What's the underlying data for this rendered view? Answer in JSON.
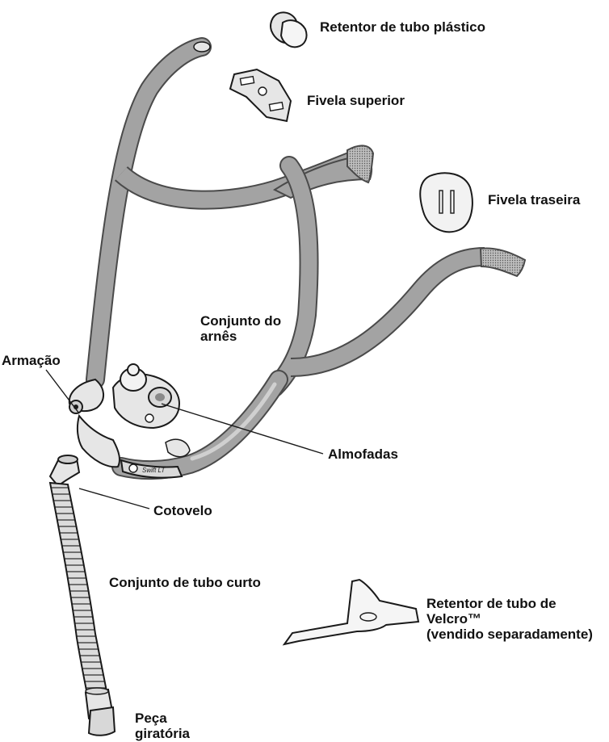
{
  "labels": {
    "tube_retainer_plastic": "Retentor de tubo plástico",
    "top_buckle": "Fivela superior",
    "rear_buckle": "Fivela traseira",
    "headgear_line1": "Conjunto do",
    "headgear_line2": "arnês",
    "frame": "Armação",
    "cushions": "Almofadas",
    "elbow": "Cotovelo",
    "short_tube": "Conjunto de tubo curto",
    "velcro_line1": "Retentor de tubo de",
    "velcro_line2": "Velcro™",
    "velcro_line3": "(vendido separadamente)",
    "swivel_line1": "Peça",
    "swivel_line2": "giratória",
    "frame_brand": "Swift LT"
  },
  "colors": {
    "strap_fill": "#a3a3a3",
    "strap_edge": "#4a4a4a",
    "strap_light": "#d0d0d0",
    "part_fill": "#e6e6e6",
    "outline": "#1a1a1a"
  }
}
